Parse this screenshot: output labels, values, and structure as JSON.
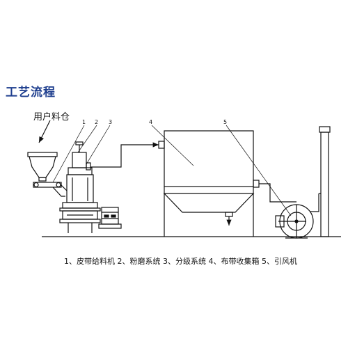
{
  "heading": "工艺流程",
  "feed_bin_label": "用户料仓",
  "callouts": [
    "1",
    "2",
    "3",
    "4",
    "5"
  ],
  "legend": "1、皮带给料机  2、粉磨系统  3、分级系统  4、布带收集箱  5、引风机"
}
